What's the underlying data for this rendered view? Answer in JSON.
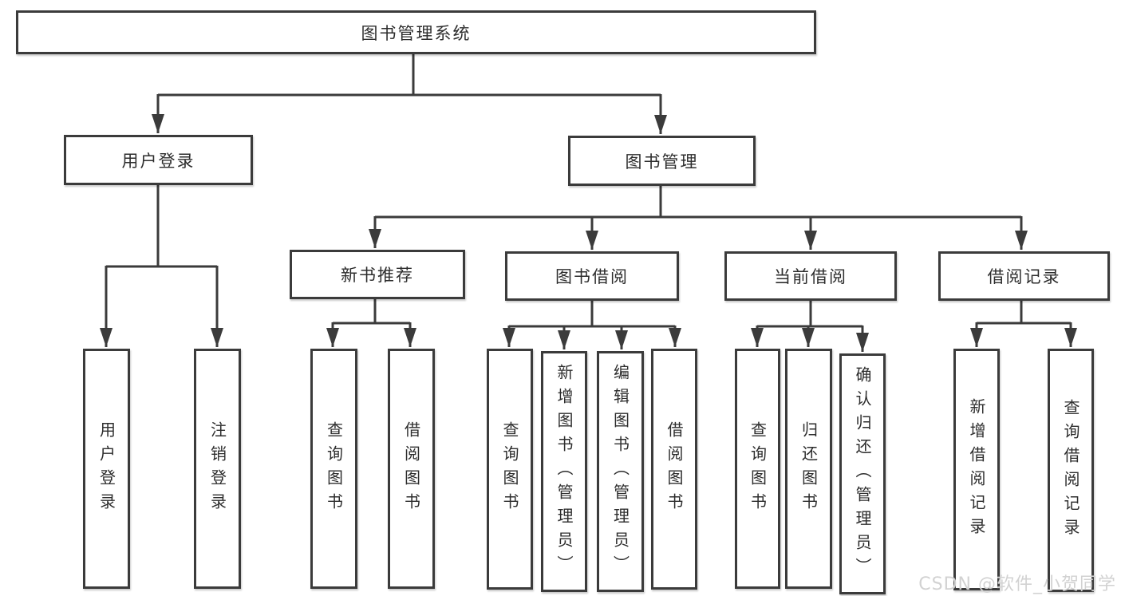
{
  "title": "图书管理系统",
  "watermark": "CSDN @软件_小贺同学",
  "colors": {
    "line": "#3b3b3b",
    "box_border": "#3b3b3b",
    "box_fill": "#ffffff",
    "text": "#2d2d2d",
    "watermark_text": "#d2d2d2",
    "background": "#ffffff"
  },
  "tree": {
    "root": "图书管理系统",
    "branches": [
      {
        "label": "用户登录",
        "children": [
          "用户登录",
          "注销登录"
        ]
      },
      {
        "label": "图书管理",
        "children": [
          {
            "label": "新书推荐",
            "children": [
              "查询图书",
              "借阅图书"
            ]
          },
          {
            "label": "图书借阅",
            "children": [
              "查询图书",
              "新增图书（管理员）",
              "编辑图书（管理员）",
              "借阅图书"
            ]
          },
          {
            "label": "当前借阅",
            "children": [
              "查询图书",
              "归还图书",
              "确认归还（管理员）"
            ]
          },
          {
            "label": "借阅记录",
            "children": [
              "新增借阅记录",
              "查询借阅记录"
            ]
          }
        ]
      }
    ]
  }
}
